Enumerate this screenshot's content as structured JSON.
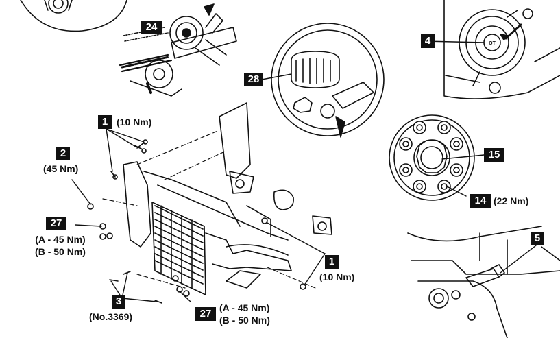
{
  "callouts": {
    "c24": "24",
    "c28": "28",
    "c4": "4",
    "ot": "OT",
    "c1_top": "1",
    "torque_1_top": "(10 Nm)",
    "c2": "2",
    "torque_2": "(45 Nm)",
    "c27_left": "27",
    "torque_27_left_a": "(A - 45 Nm)",
    "torque_27_left_b": "(B - 50 Nm)",
    "c3": "3",
    "tool_3": "(No.3369)",
    "c27_bottom": "27",
    "torque_27_bottom_a": "(A - 45 Nm)",
    "torque_27_bottom_b": "(B - 50 Nm)",
    "c1_right": "1",
    "torque_1_right": "(10 Nm)",
    "c15": "15",
    "c14": "14",
    "torque_14": "(22 Nm)",
    "c5": "5"
  }
}
